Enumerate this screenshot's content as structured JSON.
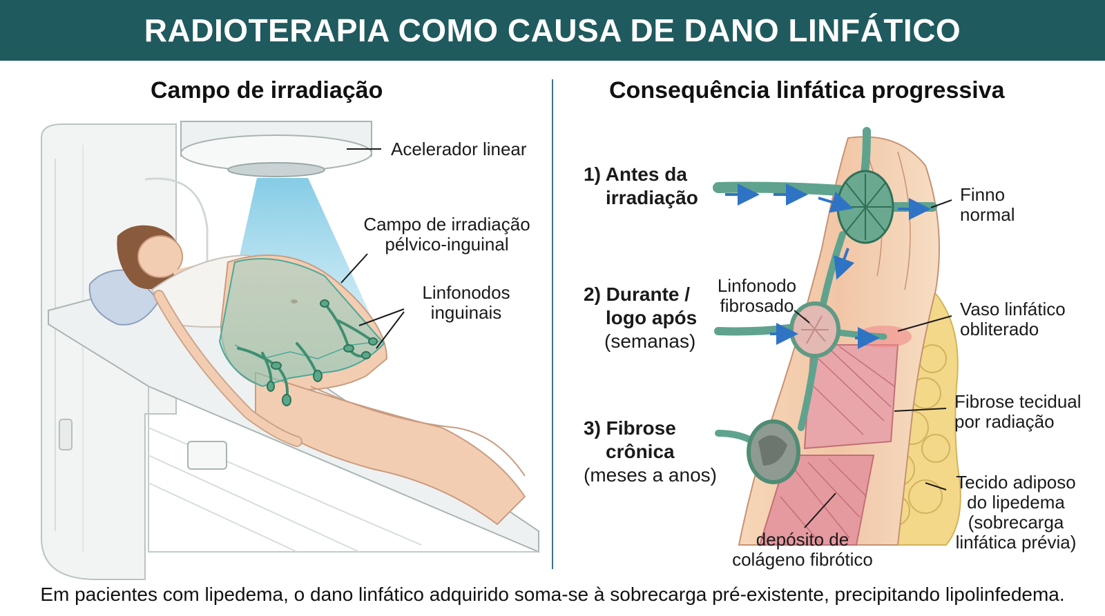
{
  "title": "RADIOTERAPIA COMO CAUSA DE DANO LINFÁTICO",
  "left_panel": {
    "heading": "Campo de irradiação",
    "labels": {
      "accelerator": "Acelerador linear",
      "field_line1": "Campo de irradiação",
      "field_line2": "pélvico-inguinal",
      "nodes_line1": "Linfonodos",
      "nodes_line2": "inguinais"
    }
  },
  "right_panel": {
    "heading": "Consequência linfática progressiva",
    "steps": [
      {
        "line1": "1) Antes da",
        "line2": "irradiação",
        "line3": ""
      },
      {
        "line1": "2) Durante /",
        "line2": "logo após",
        "line3": "(semanas)"
      },
      {
        "line1": "3) Fibrose",
        "line2": "crônica",
        "line3": "(meses a anos)"
      }
    ],
    "labels": {
      "normal_line1": "Finno",
      "normal_line2": "normal",
      "fibrosed_line1": "Linfonodo",
      "fibrosed_line2": "fibrosado",
      "obliterated_line1": "Vaso linfático",
      "obliterated_line2": "obliterado",
      "fibrosis_line1": "Fibrose tecidual",
      "fibrosis_line2": "por radiação",
      "adipose_line1": "Tecido adiposo",
      "adipose_line2": "do lipedema",
      "adipose_line3": "(sobrecarga",
      "adipose_line4": "linfática prévia)",
      "collagen_line1": "depósito de",
      "collagen_line2": "colágeno fibrótico"
    }
  },
  "footer": "Em pacientes com lipedema, o dano linfático adquirido soma-se à sobrecarga pré-existente, precipitando lipolinfedema.",
  "colors": {
    "banner": "#1f5a5e",
    "divider": "#3c6f8e",
    "beam": "#6fc3e0",
    "lymph": "#5fa38e",
    "fibrosis": "#e59aa0",
    "adipose": "#f3d88a",
    "arrow": "#2f74c4"
  }
}
